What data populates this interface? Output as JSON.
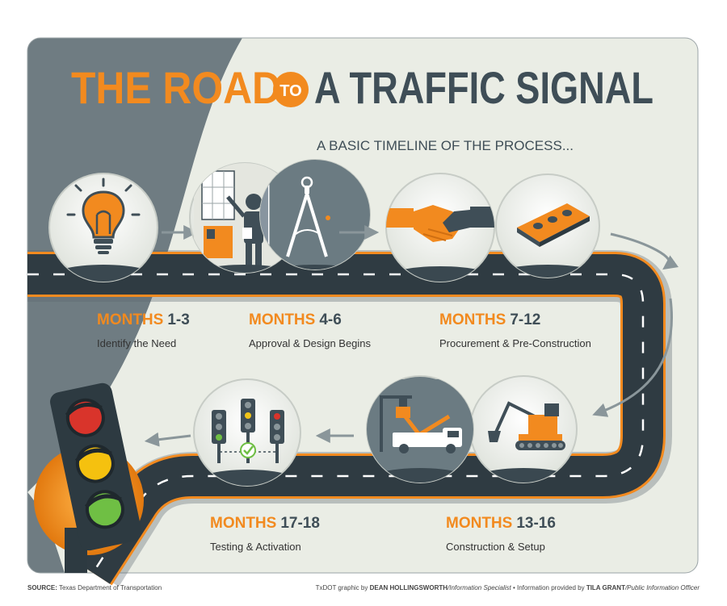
{
  "title": {
    "part1": "THE ROAD",
    "connector": "TO",
    "part2": "A TRAFFIC SIGNAL"
  },
  "subtitle": "A BASIC TIMELINE OF THE PROCESS...",
  "steps": [
    {
      "months_word": "MONTHS",
      "months_range": "1-3",
      "description": "Identify the Need",
      "icon": "lightbulb-icon"
    },
    {
      "months_word": "MONTHS",
      "months_range": "4-6",
      "description": "Approval & Design Begins",
      "icon": "designer-compass-icon"
    },
    {
      "months_word": "MONTHS",
      "months_range": "7-12",
      "description": "Procurement & Pre-Construction",
      "icon": "handshake-icon"
    },
    {
      "months_word": "MONTHS",
      "months_range": "13-16",
      "description": "Construction & Setup",
      "icon": "construction-trucks-icon"
    },
    {
      "months_word": "MONTHS",
      "months_range": "17-18",
      "description": "Testing & Activation",
      "icon": "traffic-lights-check-icon"
    }
  ],
  "footer": {
    "source_label": "SOURCE:",
    "source_text": "Texas Department of Transportation",
    "credit_prefix": "TxDOT graphic by",
    "graphic_author": "DEAN HOLLINGSWORTH",
    "graphic_author_role": "/Information Specialist",
    "info_prefix": " • Information provided by",
    "info_author": "TILA GRANT",
    "info_author_role": "/Public Information Officer"
  },
  "colors": {
    "orange": "#f28a1f",
    "slate": "#3f4e57",
    "road": "#2f3b42",
    "background_gray": "#6c7a80",
    "panel": "#e9ece4"
  }
}
